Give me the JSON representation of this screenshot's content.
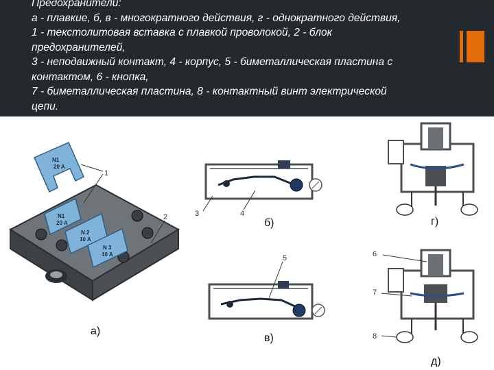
{
  "caption": {
    "lines": [
      "Предохранители:",
      "а - плавкие, б, в - многократного действия, г - однократного действия,",
      "1 - текстолитовая вставка с плавкой проволокой, 2 - блок",
      "предохранителей,",
      "3 - неподвижный контакт, 4 - корпус, 5 - биметаллическая пластина с",
      "контактом, 6 - кнопка,",
      "7 - биметаллическая пластина, 8 - контактный винт электрической",
      "цепи."
    ]
  },
  "figure": {
    "subfigures": {
      "a": "а)",
      "b": "б)",
      "v": "в)",
      "g": "г)",
      "d": "д)"
    },
    "callouts": {
      "n1": "1",
      "n2": "2",
      "n3": "3",
      "n4": "4",
      "n5": "5",
      "n6": "6",
      "n7": "7",
      "n8": "8"
    },
    "fuse_labels": {
      "top_num": "N1",
      "top_amp": "20 A",
      "f1_num": "N1",
      "f1_amp": "20 A",
      "f2_num": "N 2",
      "f2_amp": "10 A",
      "f3_num": "N 3",
      "f3_amp": "10 A"
    }
  },
  "colors": {
    "header_bg": "#24292e",
    "accent": "#e36c0a",
    "fuse_blue": "#7fb3d9"
  }
}
